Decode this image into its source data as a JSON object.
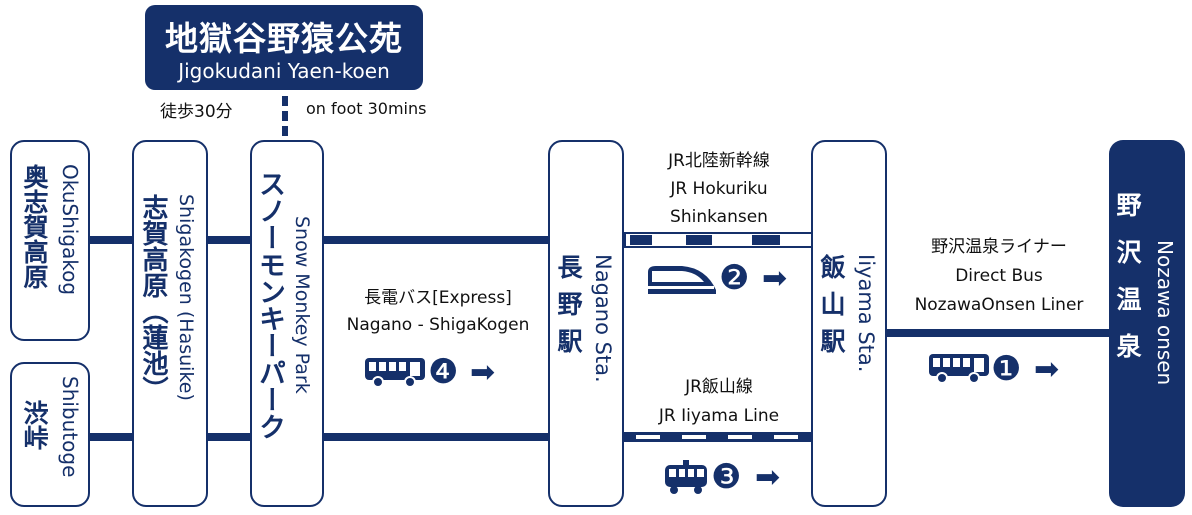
{
  "destination": {
    "jp": "地獄谷野猿公苑",
    "en": "Jigokudani Yaen-koen",
    "walk_jp": "徒歩30分",
    "walk_en": "on foot 30mins"
  },
  "stations": {
    "okushiga": {
      "jp": "奥志賀高原",
      "en": "OkuShigakog"
    },
    "shibutoge": {
      "jp": "渋峠",
      "en": "Shibutoge"
    },
    "shigakogen": {
      "jp": "志賀高原（蓮池）",
      "en": "Shigakogen (Hasuike)"
    },
    "snowmonkey": {
      "jp": "スノーモンキーパーク",
      "en": "Snow Monkey Park"
    },
    "nagano": {
      "jp": "長野駅",
      "en": "Nagano Sta."
    },
    "iiyama": {
      "jp": "飯山駅",
      "en": "Iiyama Sta."
    },
    "nozawa": {
      "jp": "野沢温泉",
      "en": "Nozawa onsen"
    }
  },
  "routes": {
    "express_bus": {
      "jp": "長電バス[Express]",
      "en": "Nagano - ShigaKogen",
      "number": "❹"
    },
    "shinkansen": {
      "jp": "JR北陸新幹線",
      "en1": "JR Hokuriku",
      "en2": "Shinkansen",
      "number": "❷"
    },
    "iiyama_line": {
      "jp": "JR飯山線",
      "en": "JR Iiyama Line",
      "number": "❸"
    },
    "direct_bus": {
      "jp": "野沢温泉ライナー",
      "en1": "Direct Bus",
      "en2": "NozawaOnsen Liner",
      "number": "❶"
    }
  },
  "arrow": "➡",
  "colors": {
    "navy": "#15306a",
    "white": "#ffffff"
  }
}
